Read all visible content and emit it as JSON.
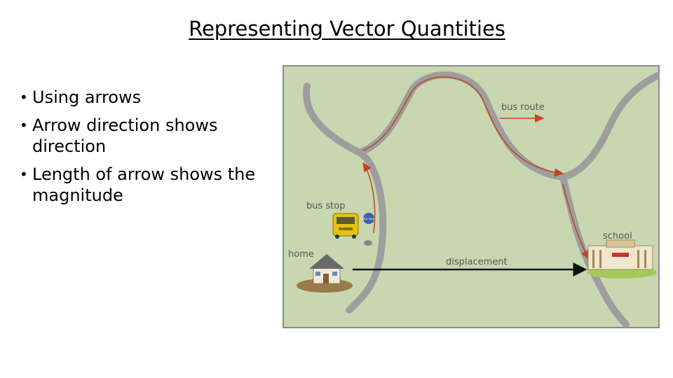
{
  "slide": {
    "title": "Representing Vector Quantities",
    "bullets": [
      "Using arrows",
      "Arrow direction shows direction",
      "Length of arrow shows the magnitude"
    ]
  },
  "diagram": {
    "labels": {
      "bus_route": "bus route",
      "bus_stop": "bus stop",
      "home": "home",
      "school": "school",
      "displacement": "displacement",
      "bus_sign": "Bus stop"
    },
    "colors": {
      "map_background": "#c8d7b0",
      "map_border": "#8a8a8a",
      "road": "#9e9e9e",
      "route_arrow": "#c8421e",
      "displacement_arrow": "#111111"
    }
  }
}
